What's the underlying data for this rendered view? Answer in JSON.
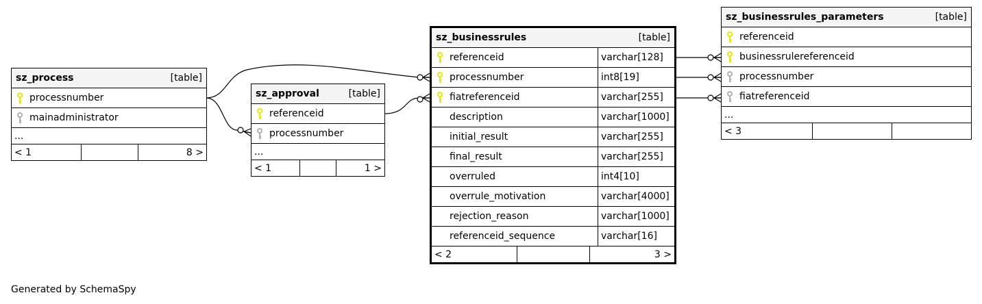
{
  "tables": {
    "sz_process": {
      "name": "sz_process",
      "type": "[table]",
      "columns": [
        {
          "name": "processnumber",
          "key": "primary"
        },
        {
          "name": "mainadministrator",
          "key": "foreign"
        }
      ],
      "ellipsis": "...",
      "nav": {
        "left": "< 1",
        "right": "8 >"
      }
    },
    "sz_approval": {
      "name": "sz_approval",
      "type": "[table]",
      "columns": [
        {
          "name": "referenceid",
          "key": "primary"
        },
        {
          "name": "processnumber",
          "key": "foreign"
        }
      ],
      "ellipsis": "...",
      "nav": {
        "left": "< 1",
        "right": "1 >"
      }
    },
    "sz_businessrules": {
      "name": "sz_businessrules",
      "type": "[table]",
      "columns": [
        {
          "name": "referenceid",
          "key": "primary",
          "datatype": "varchar[128]"
        },
        {
          "name": "processnumber",
          "key": "primary",
          "datatype": "int8[19]"
        },
        {
          "name": "fiatreferenceid",
          "key": "primary",
          "datatype": "varchar[255]"
        },
        {
          "name": "description",
          "key": "",
          "datatype": "varchar[1000]"
        },
        {
          "name": "initial_result",
          "key": "",
          "datatype": "varchar[255]"
        },
        {
          "name": "final_result",
          "key": "",
          "datatype": "varchar[255]"
        },
        {
          "name": "overruled",
          "key": "",
          "datatype": "int4[10]"
        },
        {
          "name": "overrule_motivation",
          "key": "",
          "datatype": "varchar[4000]"
        },
        {
          "name": "rejection_reason",
          "key": "",
          "datatype": "varchar[1000]"
        },
        {
          "name": "referenceid_sequence",
          "key": "",
          "datatype": "varchar[16]"
        }
      ],
      "nav": {
        "left": "< 2",
        "right": "3 >"
      }
    },
    "sz_businessrules_parameters": {
      "name": "sz_businessrules_parameters",
      "type": "[table]",
      "columns": [
        {
          "name": "referenceid",
          "key": "primary"
        },
        {
          "name": "businessrulereferenceid",
          "key": "primary"
        },
        {
          "name": "processnumber",
          "key": "foreign"
        },
        {
          "name": "fiatreferenceid",
          "key": "foreign"
        }
      ],
      "ellipsis": "...",
      "nav": {
        "left": "< 3",
        "right": ""
      }
    }
  },
  "icons": {
    "primary": "key-icon-primary",
    "foreign": "key-icon-foreign"
  },
  "colors": {
    "primary_key": "#e8e800",
    "foreign_key": "#b0b0b0",
    "header_bg": "#f4f4f4"
  },
  "footer": "Generated by SchemaSpy"
}
